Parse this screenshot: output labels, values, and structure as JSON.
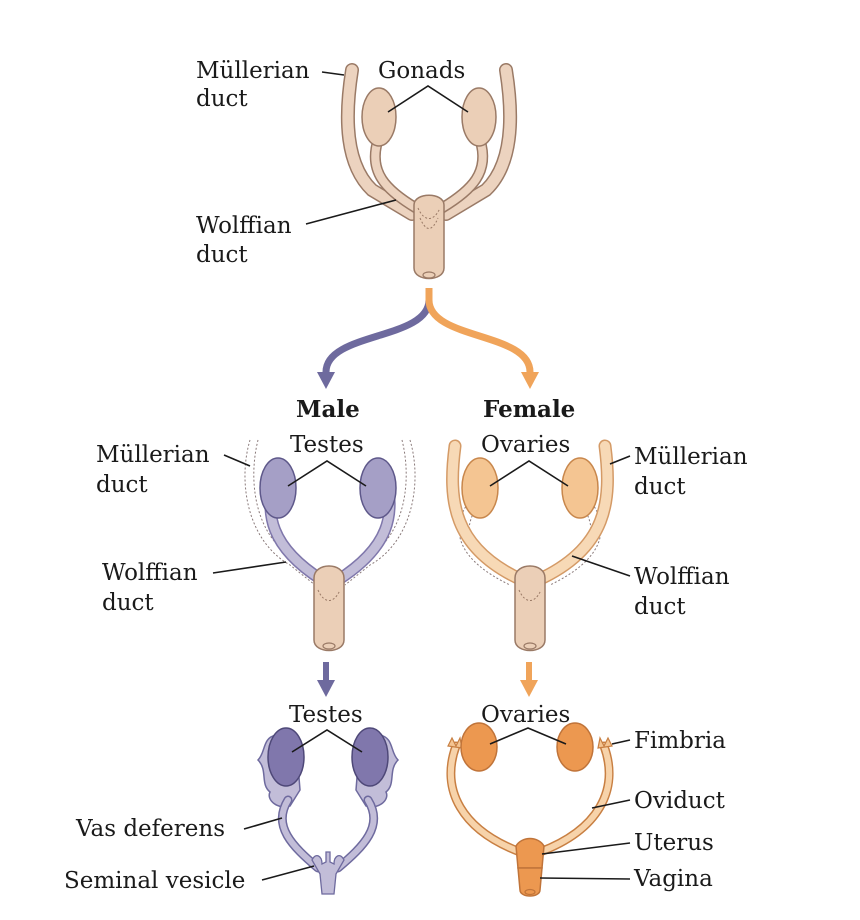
{
  "colors": {
    "indifferent_fill": "#ecd3bf",
    "indifferent_stroke": "#9a7a66",
    "male_accent": "#6e6a9e",
    "male_light": "#c2bdd8",
    "male_dark": "#7f77ab",
    "female_accent": "#f0a45a",
    "female_light": "#f7d3aa",
    "female_dark": "#ec9850",
    "text": "#1a1a1a"
  },
  "indifferent": {
    "mullerian_line1": "Müllerian",
    "mullerian_line2": "duct",
    "gonads": "Gonads",
    "wolffian_line1": "Wolffian",
    "wolffian_line2": "duct"
  },
  "male": {
    "heading": "Male",
    "mullerian_line1": "Müllerian",
    "mullerian_line2": "duct",
    "testes": "Testes",
    "wolffian_line1": "Wolffian",
    "wolffian_line2": "duct"
  },
  "female": {
    "heading": "Female",
    "ovaries": "Ovaries",
    "mullerian_line1": "Müllerian",
    "mullerian_line2": "duct",
    "wolffian_line1": "Wolffian",
    "wolffian_line2": "duct"
  },
  "male_adult": {
    "testes": "Testes",
    "vas_deferens": "Vas deferens",
    "seminal_vesicle": "Seminal vesicle"
  },
  "female_adult": {
    "ovaries": "Ovaries",
    "fimbria": "Fimbria",
    "oviduct": "Oviduct",
    "uterus": "Uterus",
    "vagina": "Vagina"
  }
}
